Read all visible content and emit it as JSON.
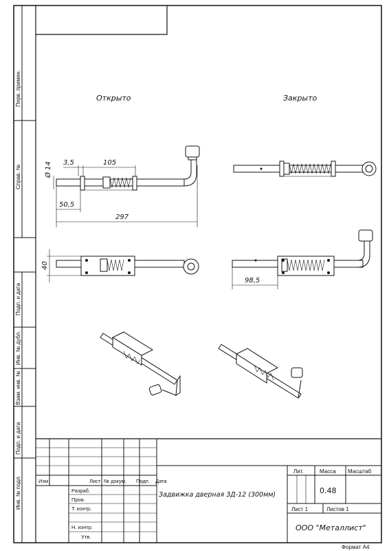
{
  "views": {
    "open_title": "Открыто",
    "closed_title": "Закрыто"
  },
  "dimensions": {
    "diameter": "Ø 14",
    "d_3_5": "3,5",
    "d_105": "105",
    "d_50_5": "50,5",
    "d_297": "297",
    "d_40": "40",
    "d_98_5": "98,5"
  },
  "side_stamps": {
    "perv_primen": "Перв. примен.",
    "sprav_no": "Справ. №",
    "podp_i_data_1": "Подп. и дата",
    "inv_no_dubl": "Инв. № дубл.",
    "vzam_inv_no": "Взам. инв. №",
    "podp_i_data_2": "Подп. и дата",
    "inv_no_podl": "Инв. № подл."
  },
  "title_block": {
    "col_izm": "Изм",
    "col_list": "Лист",
    "col_no_dokum": "№ докум.",
    "col_podp": "Подп.",
    "col_data": "Дата",
    "razrab": "Разраб.",
    "prov": "Пров.",
    "t_kontr": "Т. контр.",
    "n_kontr": "Н. контр.",
    "utv": "Утв.",
    "designation": "Задвижка дверная ЗД-12 (300мм)",
    "lit_label": "Лит.",
    "mass_label": "Масса",
    "scale_label": "Масштаб",
    "mass_value": "0.48",
    "sheet_label": "Лист 1",
    "sheets_label": "Листов 1",
    "organization": "ООО \"Металлист\"",
    "format": "Формат А4"
  }
}
